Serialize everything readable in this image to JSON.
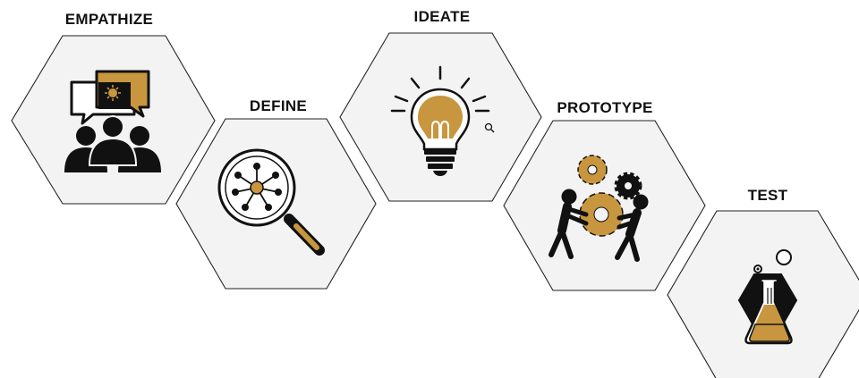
{
  "title": "",
  "colors": {
    "hex_fill": "#f3f3f3",
    "hex_stroke": "#222222",
    "accent": "#c8963e",
    "ink": "#111111"
  },
  "steps": [
    {
      "label": "EMPATHIZE",
      "icon": "team-discussion-icon"
    },
    {
      "label": "DEFINE",
      "icon": "magnifier-network-icon"
    },
    {
      "label": "IDEATE",
      "icon": "lightbulb-icon"
    },
    {
      "label": "PROTOTYPE",
      "icon": "gears-people-icon"
    },
    {
      "label": "TEST",
      "icon": "flask-icon"
    }
  ]
}
